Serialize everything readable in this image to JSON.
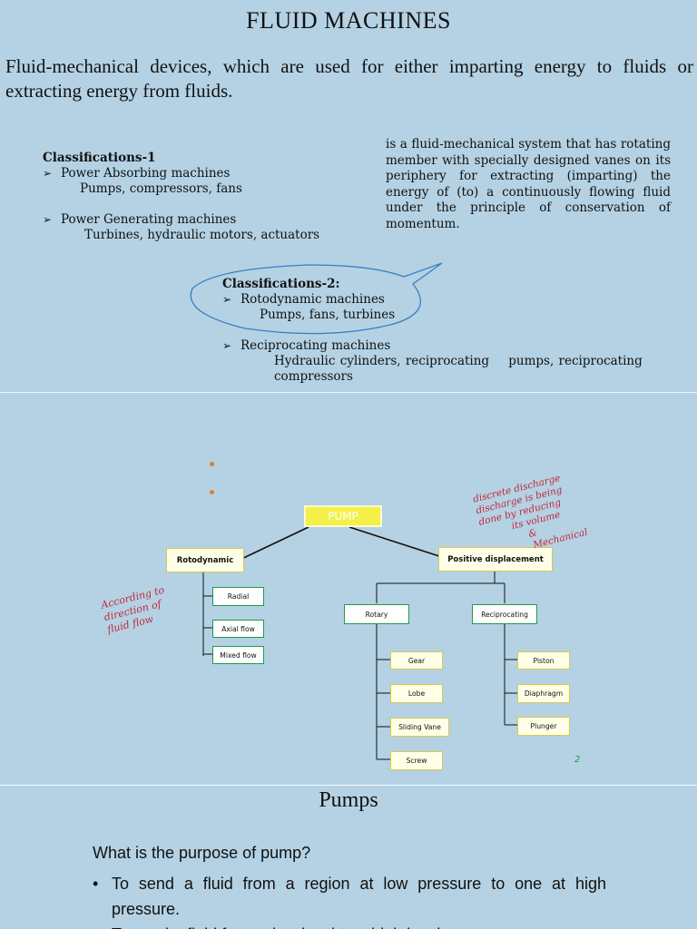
{
  "slide1": {
    "title": "FLUID MACHINES",
    "intro": "Fluid-mechanical devices, which are used for either imparting energy to fluids or extracting energy from fluids.",
    "classifications1": {
      "heading": "Classifications-1",
      "items": [
        {
          "label": "Power Absorbing machines",
          "examples": "Pumps, compressors, fans"
        },
        {
          "label": "Power Generating machines",
          "examples": "Turbines, hydraulic motors, actuators"
        }
      ]
    },
    "definition": "is a fluid-mechanical system that has rotating member with specially designed vanes on its periphery for extracting (imparting) the energy of (to) a continuously flowing fluid under the principle of conservation of momentum.",
    "classifications2": {
      "heading": "Classifications-2:",
      "items": [
        {
          "label": "Rotodynamic machines",
          "examples": "Pumps, fans, turbines"
        },
        {
          "label": "Reciprocating machines",
          "examples": "Hydraulic cylinders, reciprocating    pumps, reciprocating compressors"
        }
      ]
    }
  },
  "slide2": {
    "root": "PUMP",
    "rotodynamic": {
      "label": "Rotodynamic",
      "children": [
        "Radial",
        "Axial flow",
        "Mixed flow"
      ]
    },
    "positive": {
      "label": "Positive displacement",
      "rotary": {
        "label": "Rotary",
        "children": [
          "Gear",
          "Lobe",
          "Sliding Vane",
          "Screw"
        ]
      },
      "reciprocating": {
        "label": "Reciprocating",
        "children": [
          "Piston",
          "Diaphragm",
          "Plunger"
        ]
      }
    },
    "page_number": "2",
    "annotations": {
      "left": [
        "According to",
        "direction of",
        "fluid flow"
      ],
      "right": [
        "discrete discharge",
        "discharge is being",
        "done by reducing",
        "its volume",
        "&",
        "Mechanical"
      ]
    }
  },
  "slide3": {
    "title": "Pumps",
    "question": "What is the purpose of pump?",
    "answers": [
      "To send a fluid from a region at low pressure to one at high pressure.",
      "To send a fluid from a low level to a high level."
    ]
  }
}
